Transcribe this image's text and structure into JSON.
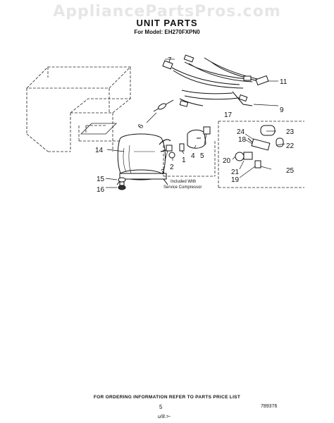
{
  "watermark": "AppliancePartsPros.com",
  "title": "UNIT PARTS",
  "subtitle": "For Model: EH270FXPN0",
  "note_included": "Included With",
  "note_service": "Service Compressor",
  "labels": {
    "n1": "1",
    "n2": "2",
    "n3": "3",
    "n4": "4",
    "n5": "5",
    "n6": "6",
    "n7": "7",
    "n9": "9",
    "n11": "11",
    "n14": "14",
    "n15": "15",
    "n16": "16",
    "n17": "17",
    "n18": "18",
    "n19": "19",
    "n20": "20",
    "n21": "21",
    "n22": "22",
    "n23": "23",
    "n24": "24",
    "n25": "25"
  },
  "footer": "FOR ORDERING INFORMATION REFER TO PARTS PRICE LIST",
  "page_number": "5",
  "doc_number": "789376",
  "stamp": "u/8.>-"
}
